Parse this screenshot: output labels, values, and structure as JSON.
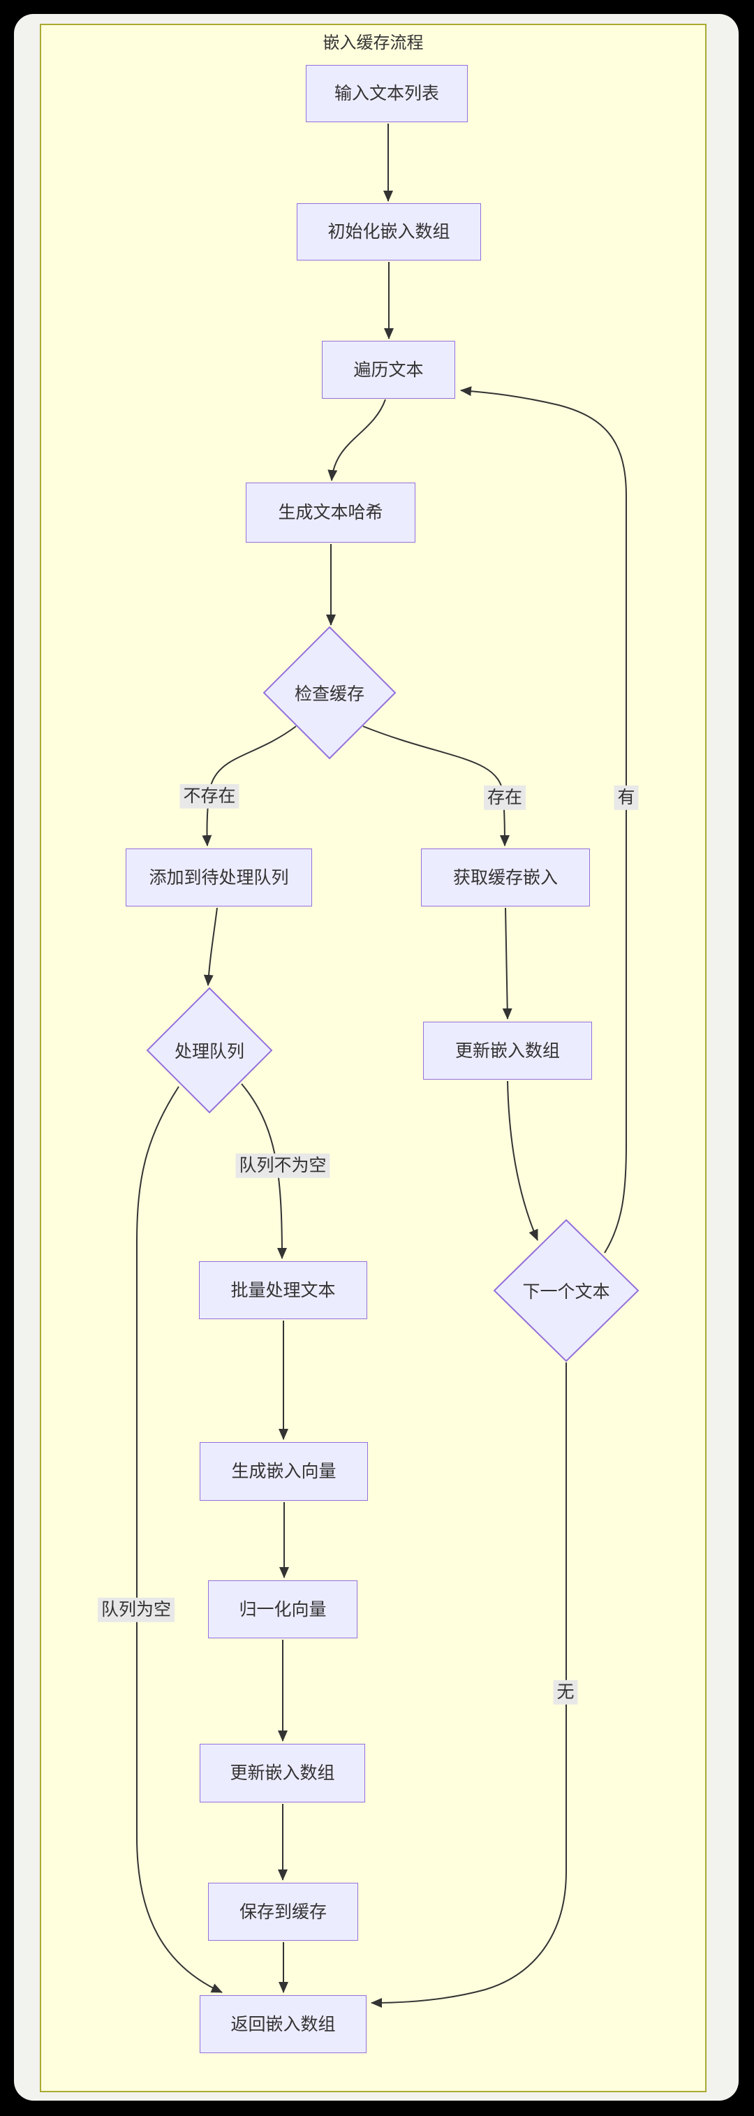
{
  "title": "嵌入缓存流程",
  "nodes": [
    {
      "id": "input",
      "label": "输入文本列表",
      "shape": "rect"
    },
    {
      "id": "init",
      "label": "初始化嵌入数组",
      "shape": "rect"
    },
    {
      "id": "iterate",
      "label": "遍历文本",
      "shape": "rect"
    },
    {
      "id": "hash",
      "label": "生成文本哈希",
      "shape": "rect"
    },
    {
      "id": "check-cache",
      "label": "检查缓存",
      "shape": "diamond"
    },
    {
      "id": "add-queue",
      "label": "添加到待处理队列",
      "shape": "rect"
    },
    {
      "id": "get-cached",
      "label": "获取缓存嵌入",
      "shape": "rect"
    },
    {
      "id": "process-queue",
      "label": "处理队列",
      "shape": "diamond"
    },
    {
      "id": "update-right",
      "label": "更新嵌入数组",
      "shape": "rect"
    },
    {
      "id": "next-text",
      "label": "下一个文本",
      "shape": "diamond"
    },
    {
      "id": "batch",
      "label": "批量处理文本",
      "shape": "rect"
    },
    {
      "id": "gen-vector",
      "label": "生成嵌入向量",
      "shape": "rect"
    },
    {
      "id": "normalize",
      "label": "归一化向量",
      "shape": "rect"
    },
    {
      "id": "update-left",
      "label": "更新嵌入数组",
      "shape": "rect"
    },
    {
      "id": "save-cache",
      "label": "保存到缓存",
      "shape": "rect"
    },
    {
      "id": "return",
      "label": "返回嵌入数组",
      "shape": "rect"
    }
  ],
  "edge_labels": [
    {
      "id": "not-exists",
      "text": "不存在"
    },
    {
      "id": "exists",
      "text": "存在"
    },
    {
      "id": "has-next",
      "text": "有"
    },
    {
      "id": "queue-not-empty",
      "text": "队列不为空"
    },
    {
      "id": "queue-empty",
      "text": "队列为空"
    },
    {
      "id": "no-next",
      "text": "无"
    }
  ],
  "colors": {
    "outer_background": "#000000",
    "card_background": "#f2f2ee",
    "diagram_background": "#ffffde",
    "diagram_border": "#aaaa33",
    "node_fill": "#ececff",
    "node_border": "#9370db",
    "edge_stroke": "#333333",
    "edge_label_background": "#e8e8e8",
    "text": "#333333"
  }
}
